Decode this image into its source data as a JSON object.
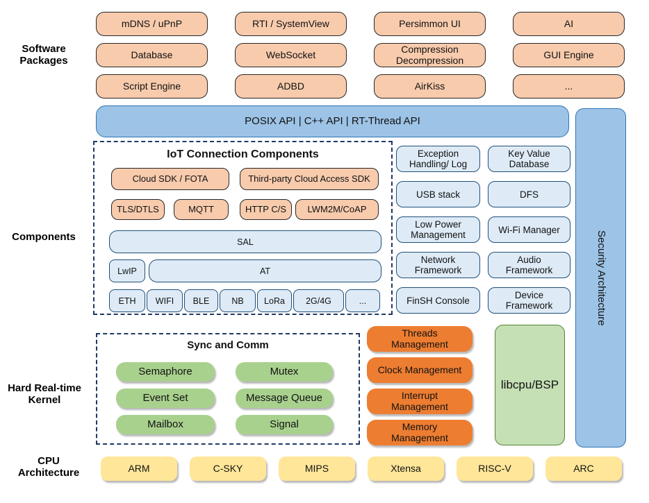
{
  "sidebar_labels": {
    "software": "Software\nPackages",
    "components": "Components",
    "kernel": "Hard Real-time\nKernel",
    "cpu": "CPU\nArchitecture"
  },
  "software_packages": {
    "items": [
      "mDNS / uPnP",
      "RTI / SystemView",
      "Persimmon UI",
      "AI",
      "Database",
      "WebSocket",
      "Compression\nDecompression",
      "GUI Engine",
      "Script Engine",
      "ADBD",
      "AirKiss",
      "..."
    ]
  },
  "api_bar": {
    "label": "POSIX API  |  C++ API  |  RT-Thread API"
  },
  "iot": {
    "title": "IoT Connection Components",
    "sdk_row": [
      "Cloud SDK / FOTA",
      "Third-party Cloud Access SDK"
    ],
    "protocol_row": [
      "TLS/DTLS",
      "MQTT",
      "HTTP C/S",
      "LWM2M/CoAP"
    ],
    "sal": "SAL",
    "lwip": "LwIP",
    "at": "AT",
    "links": [
      "ETH",
      "WIFI",
      "BLE",
      "NB",
      "LoRa",
      "2G/4G",
      "..."
    ]
  },
  "services": {
    "items": [
      "Exception\nHandling/ Log",
      "Key Value\nDatabase",
      "USB stack",
      "DFS",
      "Low Power\nManagement",
      "Wi-Fi Manager",
      "Network\nFramework",
      "Audio\nFramework",
      "FinSH Console",
      "Device\nFramework"
    ]
  },
  "security": {
    "label": "Security Architecture"
  },
  "kernel": {
    "sync_title": "Sync and Comm",
    "sync_items": [
      "Semaphore",
      "Mutex",
      "Event Set",
      "Message Queue",
      "Mailbox",
      "Signal"
    ],
    "mgmt_items": [
      "Threads\nManagement",
      "Clock Management",
      "Interrupt\nManagement",
      "Memory\nManagement"
    ],
    "libcpu": "libcpu/BSP"
  },
  "cpu_row": {
    "items": [
      "ARM",
      "C-SKY",
      "MIPS",
      "Xtensa",
      "RISC-V",
      "ARC"
    ]
  },
  "colors": {
    "package_fill": "#F8CBAD",
    "api_fill": "#9DC3E6",
    "api_border": "#2E75B6",
    "component_fill": "#DEEBF7",
    "component_border": "#1F4E79",
    "sync_fill": "#A9D18E",
    "mgmt_fill": "#ED7D31",
    "libcpu_fill": "#C5E0B4",
    "libcpu_border": "#548235",
    "cpu_fill": "#FFE699",
    "dashed_border": "#203864"
  }
}
